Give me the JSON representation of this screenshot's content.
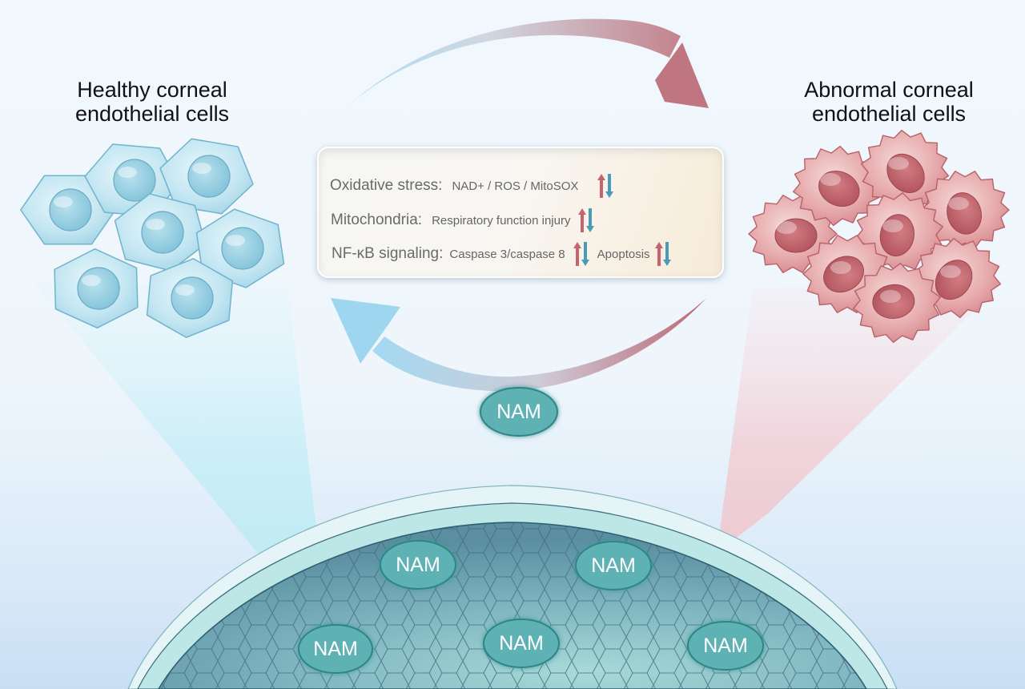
{
  "labels": {
    "healthy_title": "Healthy corneal endothelial cells",
    "healthy_title_line1": "Healthy corneal",
    "healthy_title_line2": "endothelial cells",
    "abnormal_title": "Abnormal corneal endothelial cells",
    "abnormal_title_line1": "Abnormal corneal",
    "abnormal_title_line2": "endothelial cells"
  },
  "mechanism_box": {
    "rows": [
      {
        "label": "Oxidative stress:",
        "detail": "NAD+ / ROS / MitoSOX",
        "indicator": "up-down-arrows-icon"
      },
      {
        "label": "Mitochondria:",
        "detail": "Respiratory function injury",
        "indicator": "up-down-arrows-icon"
      },
      {
        "label": "NF-κB signaling:",
        "detail": "Caspase 3/caspase 8",
        "indicator": "up-down-arrows-icon",
        "extra_detail": "Apoptosis",
        "extra_indicator": "up-down-arrows-icon"
      }
    ]
  },
  "treatment": {
    "agent_label": "NAM",
    "cornea_badges": [
      "NAM",
      "NAM",
      "NAM",
      "NAM",
      "NAM"
    ]
  },
  "cycle": {
    "top_arrow": "healthy-to-abnormal",
    "bottom_arrow": "abnormal-to-healthy"
  },
  "colors": {
    "healthy_blue": "#9fd6ef",
    "abnormal_red": "#bf707a",
    "up_arrow": "#c4646e",
    "down_arrow": "#4a9bb8",
    "nam_fill": "#5fb2b3",
    "cornea_teal": "#6fa7b5",
    "text_dark": "#111111",
    "text_gray": "#666666"
  }
}
